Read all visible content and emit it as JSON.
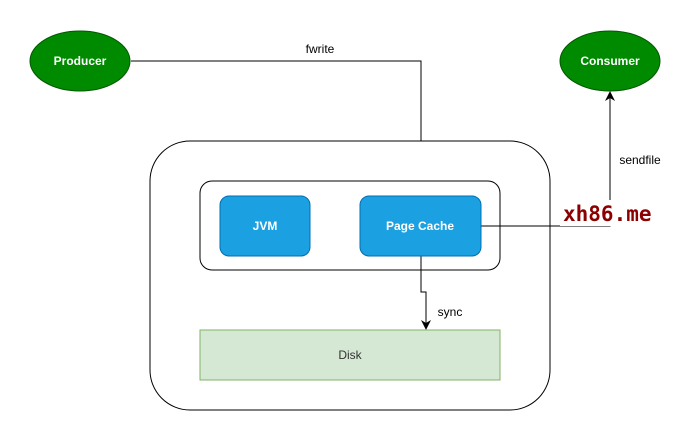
{
  "colors": {
    "ellipse_fill": "#008a00",
    "ellipse_stroke": "#005700",
    "ellipse_text": "#ffffff",
    "component_fill": "#1ba1e2",
    "component_stroke": "#006eaf",
    "component_text": "#ffffff",
    "disk_fill": "#d5e8d4",
    "disk_stroke": "#82b366",
    "line": "#000000",
    "watermark": "#8b0000"
  },
  "nodes": {
    "producer": "Producer",
    "consumer": "Consumer",
    "jvm": "JVM",
    "page_cache": "Page Cache",
    "disk": "Disk"
  },
  "edges": {
    "fwrite": "fwrite",
    "sendfile": "sendfile",
    "sync": "sync"
  },
  "watermark": "xh86.me"
}
